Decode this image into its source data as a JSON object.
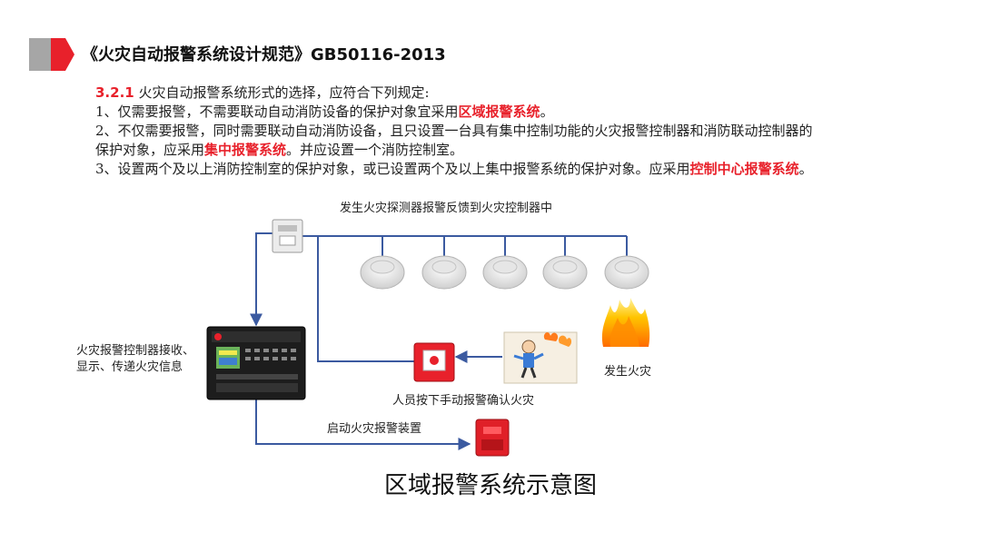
{
  "title": "《火灾自动报警系统设计规范》GB50116-2013",
  "rules": {
    "clause_number": "3.2.1",
    "clause_text": "火灾自动报警系统形式的选择，应符合下列规定:",
    "item1_pre": "1、仅需要报警，不需要联动自动消防设备的保护对象宜采用",
    "item1_term": "区域报警系统",
    "item1_post": "。",
    "item2_line1": "2、不仅需要报警，同时需要联动自动消防设备，且只设置一台具有集中控制功能的火灾报警控制器和消防联动控制器的",
    "item2_pre": "保护对象，应采用",
    "item2_term": "集中报警系统",
    "item2_post": "。并应设置一个消防控制室。",
    "item3_pre": "3、设置两个及以上消防控制室的保护对象，或已设置两个及以上集中报警系统的保护对象。应采用",
    "item3_term": "控制中心报警系统",
    "item3_post": "。"
  },
  "diagram": {
    "detector_feedback_label": "发生火灾探测器报警反馈到火灾控制器中",
    "controller_label_line1": "火灾报警控制器接收、",
    "controller_label_line2": "显示、传递火灾信息",
    "manual_alarm_label": "人员按下手动报警确认火灾",
    "fire_label": "发生火灾",
    "alarm_device_label": "启动火灾报警装置",
    "caption": "区域报警系统示意图"
  },
  "colors": {
    "accent_red": "#e8212b",
    "line_blue": "#3b5aa0",
    "marker_gray": "#a6a6a6"
  }
}
